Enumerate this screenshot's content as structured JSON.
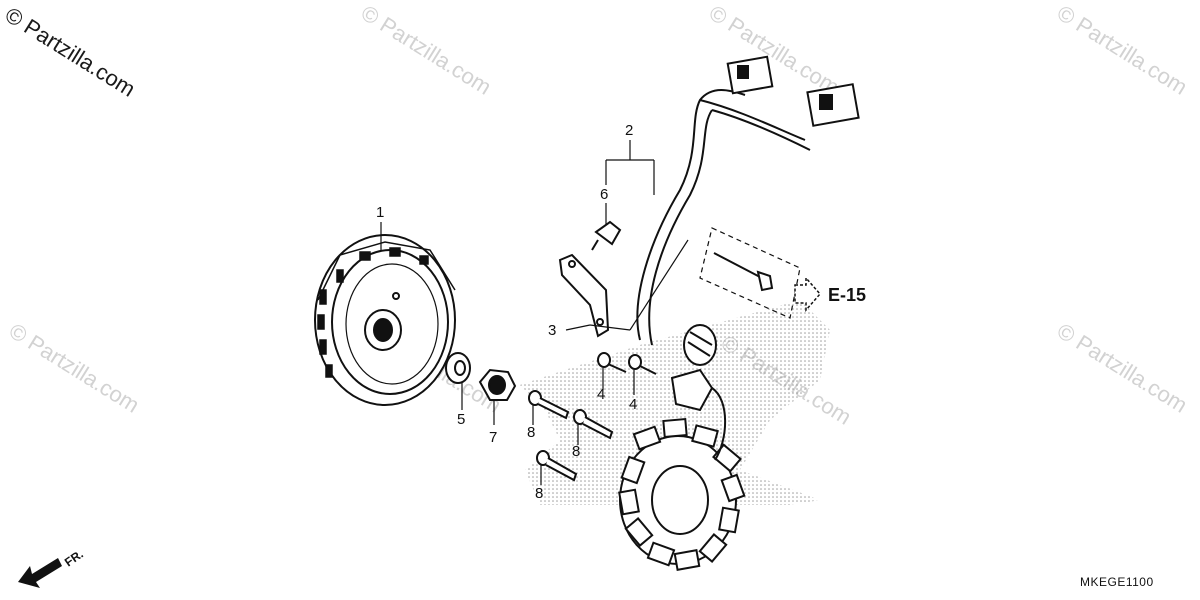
{
  "watermark": {
    "main": "© Partzilla.com",
    "faint": "© Partzilla.com"
  },
  "callouts": {
    "c1": "1",
    "c2": "2",
    "c3": "3",
    "c4a": "4",
    "c4b": "4",
    "c5": "5",
    "c6": "6",
    "c7": "7",
    "c8a": "8",
    "c8b": "8",
    "c8c": "8"
  },
  "reference": "E-15",
  "diagram_code": "MKEGE1100",
  "direction_label": "FR.",
  "colors": {
    "line": "#111111",
    "watermark": "#d2d2d2",
    "stipple": "#9a9a9a"
  }
}
